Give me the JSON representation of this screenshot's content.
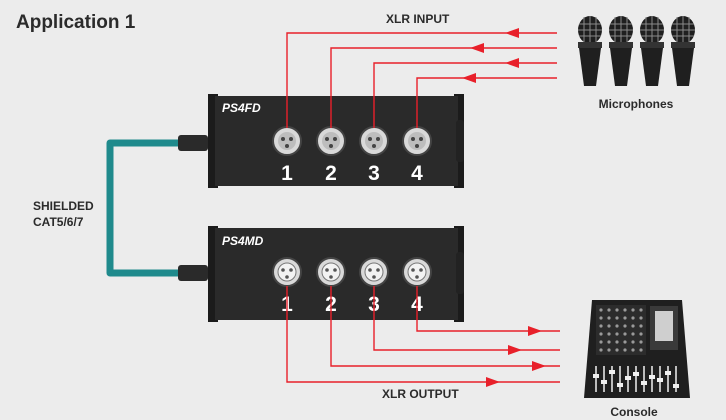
{
  "title": "Application 1",
  "cable_label_line1": "SHIELDED",
  "cable_label_line2": "CAT5/6/7",
  "xlr_input_label": "XLR INPUT",
  "xlr_output_label": "XLR OUTPUT",
  "microphones_label": "Microphones",
  "console_label": "Console",
  "top_box": {
    "model": "PS4FD",
    "channels": [
      "1",
      "2",
      "3",
      "4"
    ]
  },
  "bottom_box": {
    "model": "PS4MD",
    "channels": [
      "1",
      "2",
      "3",
      "4"
    ]
  },
  "colors": {
    "signal": "#e8202a",
    "cable": "#1f8a8c",
    "box": "#2a2a2a",
    "background": "#ececec",
    "text": "#2b2b2b"
  }
}
